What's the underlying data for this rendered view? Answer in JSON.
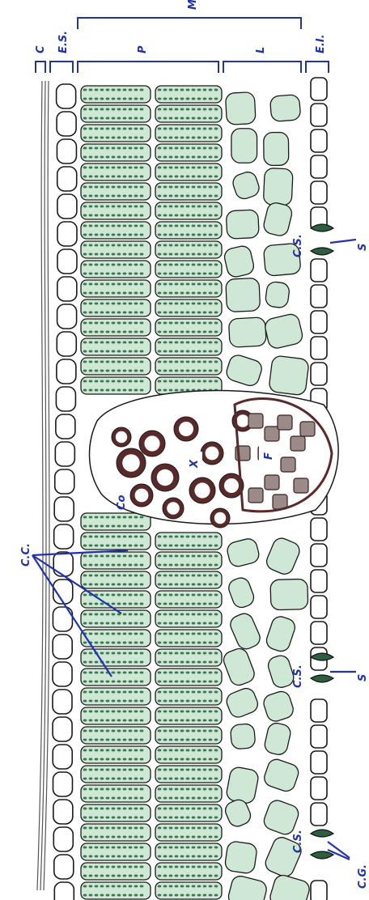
{
  "labels": {
    "cuticle": "C",
    "upper_epidermis": "E.S.",
    "mesophyll": "M",
    "palisade": "P",
    "spongy": "L",
    "lower_epidermis": "E.I.",
    "stomata_1": "S",
    "stomata_2": "S",
    "substomatal_1": "C.S.",
    "substomatal_2": "C.S.",
    "substomatal_3": "C.S.",
    "guard_cells": "C.G.",
    "chloroplast_cells": "C.C.",
    "collenchyma": "Co",
    "xylem": "X",
    "phloem": "F"
  },
  "colors": {
    "label": "#2233aa",
    "cell_fill": "#cfe8d6",
    "chloroplast": "#3b7a4f",
    "outline": "#1a1a1a",
    "bundle_wall": "#5a2a2a",
    "phloem_fill": "#9a8a88"
  }
}
